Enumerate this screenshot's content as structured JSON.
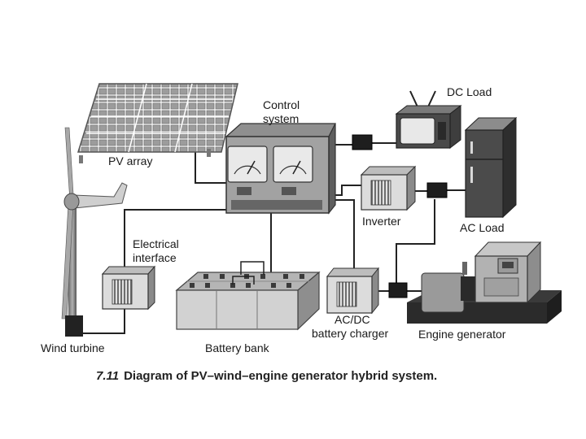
{
  "labels": {
    "pv_array": "PV array",
    "control_line1": "Control",
    "control_line2": "system",
    "dc_load": "DC Load",
    "ac_load": "AC Load",
    "inverter": "Inverter",
    "electrical_line1": "Electrical",
    "electrical_line2": "interface",
    "charger_line1": "AC/DC",
    "charger_line2": "battery charger",
    "engine_generator": "Engine generator",
    "wind_turbine": "Wind turbine",
    "battery_bank": "Battery bank"
  },
  "caption": {
    "number": "7.11",
    "text": "Diagram of PV–wind–engine generator hybrid system."
  }
}
